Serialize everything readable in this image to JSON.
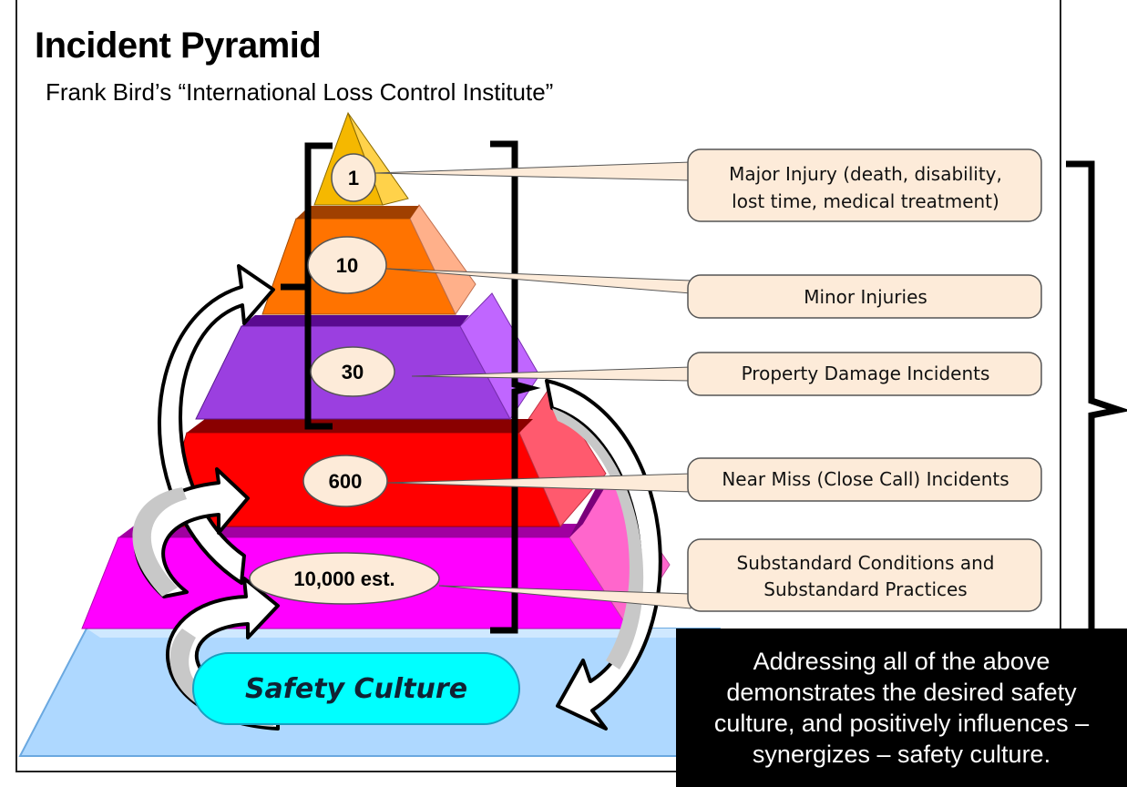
{
  "title": "Incident Pyramid",
  "subtitle": "Frank Bird’s “International Loss Control Institute”",
  "levels": [
    {
      "value": "1",
      "label_lines": [
        "Major Injury (death, disability,",
        "lost time, medical treatment)"
      ]
    },
    {
      "value": "10",
      "label_lines": [
        "Minor Injuries"
      ]
    },
    {
      "value": "30",
      "label_lines": [
        "Property Damage Incidents"
      ]
    },
    {
      "value": "600",
      "label_lines": [
        "Near Miss (Close Call) Incidents"
      ]
    },
    {
      "value": "10,000 est.",
      "label_lines": [
        "Substandard Conditions and",
        "Substandard Practices"
      ]
    }
  ],
  "base_label": "Safety Culture",
  "summary": "Addressing all of the above demonstrates the desired safety culture, and positively influences – synergizes – safety culture.",
  "colors": {
    "tier1": "#f5b800",
    "tier2": "#ff7300",
    "tier3": "#9b3fe0",
    "tier4": "#ff0000",
    "tier5": "#ff00ff",
    "base": "#7fc3ff",
    "base_pill": "#00ffff",
    "callout_fill": "#fdebd9"
  }
}
